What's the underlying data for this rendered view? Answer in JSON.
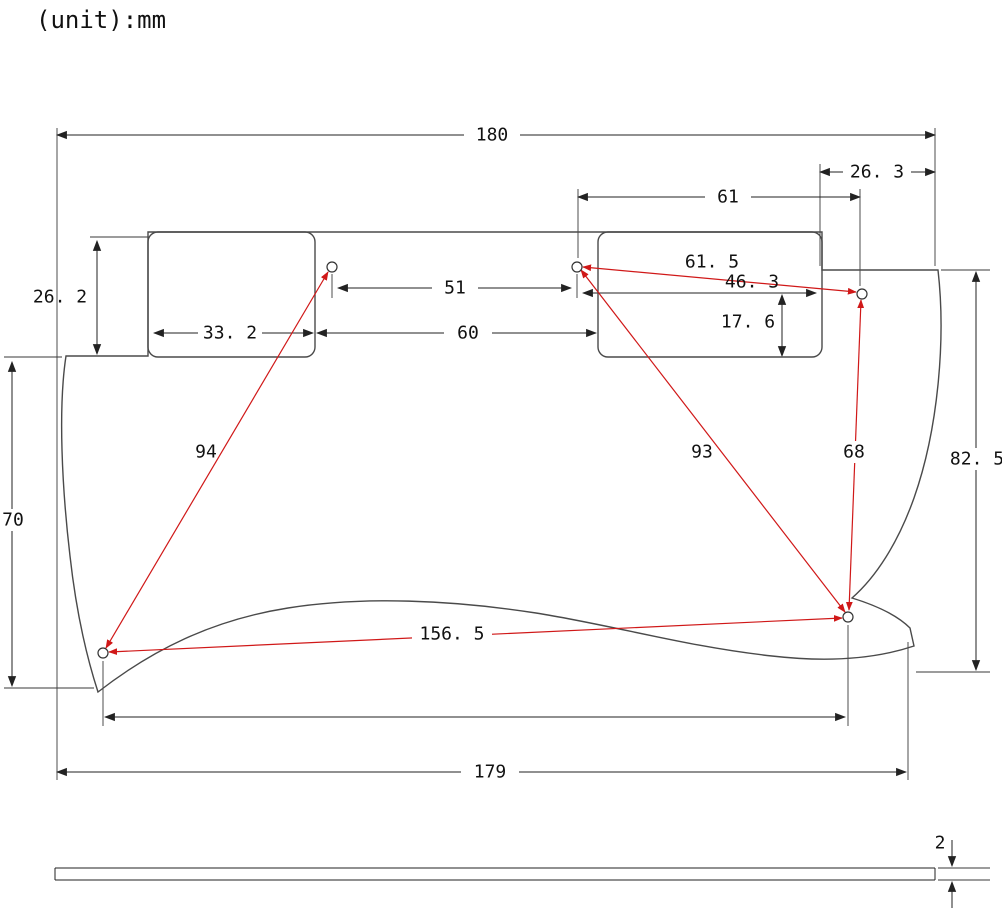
{
  "header": {
    "unit_label": "(unit):mm"
  },
  "dimensions": {
    "total_width": "180",
    "top_right_offset": "26. 3",
    "top_hole_span": "61",
    "pickup_cutout_height": "26. 2",
    "top_holes_spacing": "51",
    "hole2_hole3_distance": "61. 5",
    "hole2_edge_distance": "46. 3",
    "hole3_vertical_offset": "17. 6",
    "left_cutout_width": "33. 2",
    "cutout_gap_width": "60",
    "left_height": "70",
    "right_height": "82. 5",
    "hole1_hole5_distance": "94",
    "hole2_hole4_distance": "93",
    "hole3_hole4_distance": "68",
    "bottom_holes_distance": "156. 5",
    "bottom_width": "179",
    "thickness": "2"
  }
}
